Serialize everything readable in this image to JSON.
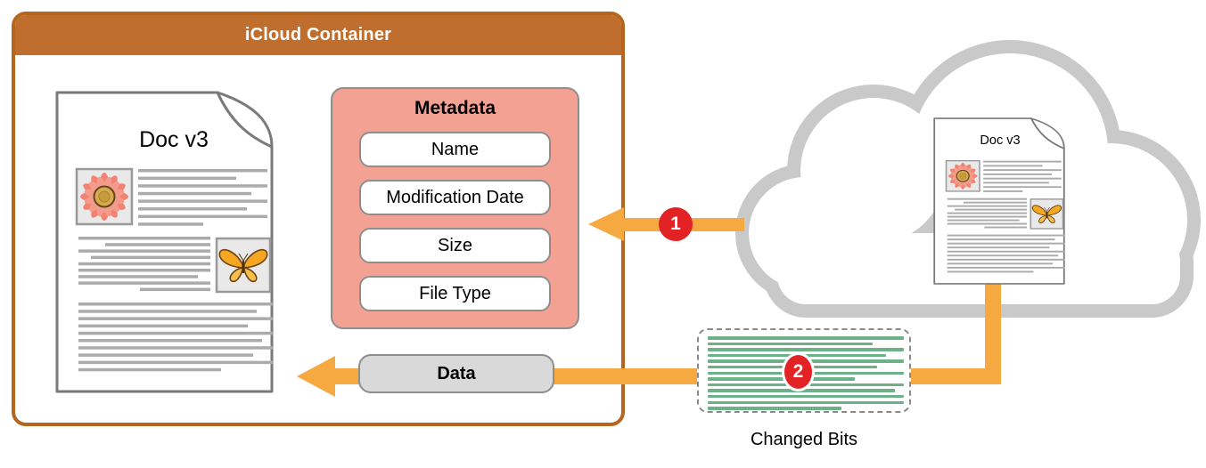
{
  "diagram": {
    "container": {
      "title": "iCloud Container"
    },
    "document": {
      "label": "Doc v3"
    },
    "cloud_document": {
      "label": "Doc v3"
    },
    "metadata": {
      "title": "Metadata",
      "fields": [
        "Name",
        "Modification Date",
        "Size",
        "File Type"
      ]
    },
    "data_pill": {
      "label": "Data"
    },
    "changed_bits": {
      "label": "Changed Bits"
    },
    "steps": [
      {
        "number": "1"
      },
      {
        "number": "2"
      }
    ],
    "colors": {
      "container_header": "#bf6e2d",
      "container_border": "#b5651d",
      "metadata_fill": "#f2a193",
      "arrow_orange": "#f7a941",
      "badge_red": "#e32226",
      "changed_bits_green": "#6cb187",
      "cloud_gray": "#c9c9c9",
      "pill_gray": "#d9d9d9"
    }
  }
}
